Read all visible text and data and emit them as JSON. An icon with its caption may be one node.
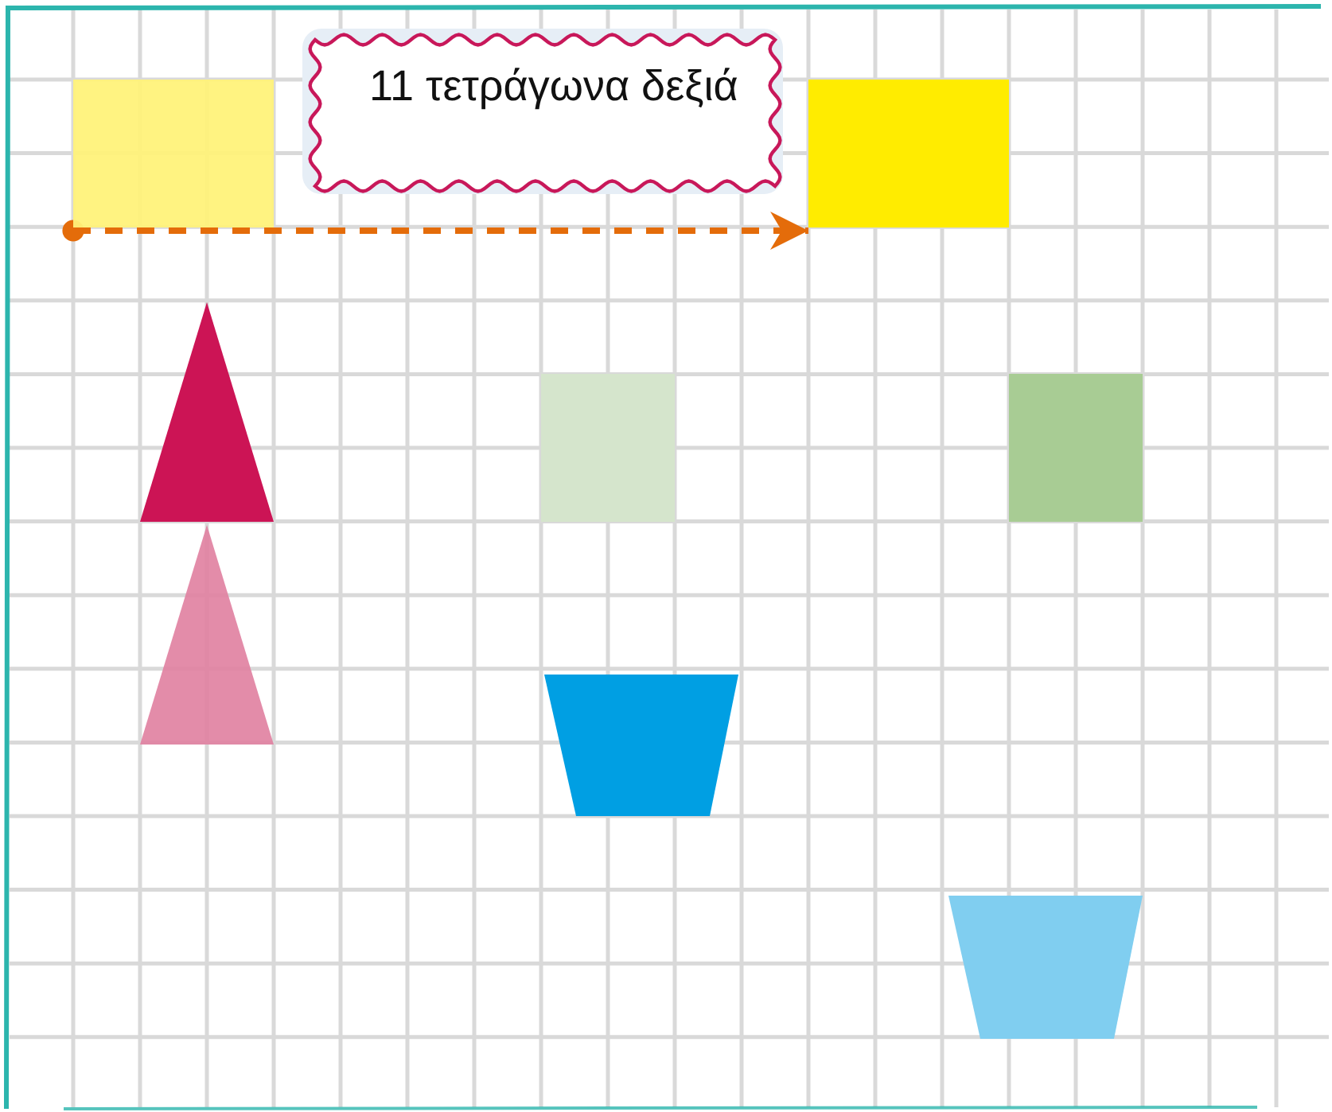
{
  "diagram": {
    "nodes": [
      {
        "text": [],
        "shape": "box"
      },
      {
        "text": [
          "11 τετράγωνα δεξιά"
        ]
      },
      {
        "text": [],
        "shape": "box"
      },
      {
        "text": [],
        "shape": "triangle"
      },
      {
        "text": [],
        "shape": "box"
      },
      {
        "text": [],
        "shape": "box"
      },
      {
        "text": [],
        "shape": "triangle"
      },
      {
        "text": [],
        "shape": "trapezoid"
      },
      {
        "text": [],
        "shape": "trapezoid"
      }
    ],
    "edges": [
      {
        "from": 0,
        "to": 2,
        "arrow": "to",
        "style": "dashed"
      }
    ]
  }
}
